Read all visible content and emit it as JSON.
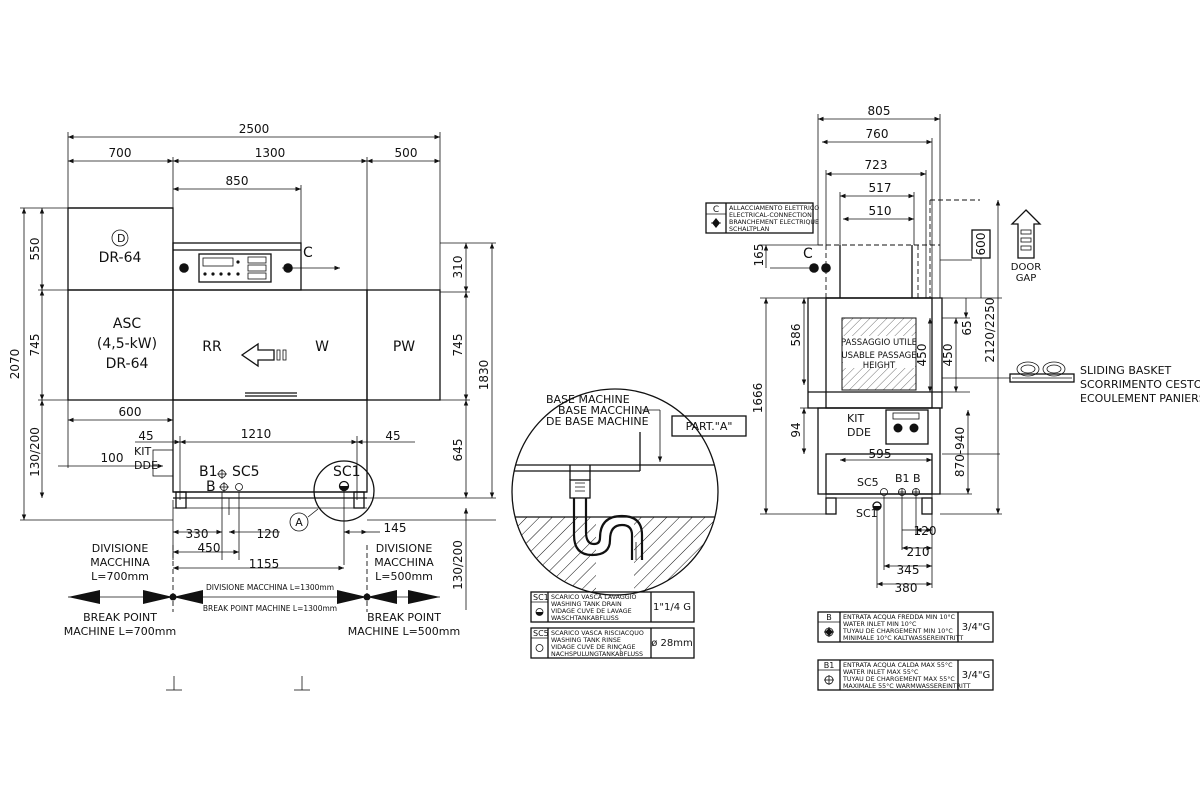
{
  "front": {
    "dims_top": {
      "overall": "2500",
      "left": "700",
      "center": "1300",
      "right": "500",
      "inner": "850"
    },
    "dims_left": {
      "h550": "550",
      "h745": "745",
      "h2070": "2070",
      "h130": "130/200"
    },
    "dims_right": {
      "h310": "310",
      "h745": "745",
      "h645": "645",
      "h1830": "1830",
      "h130": "130/200"
    },
    "dims_inner": {
      "d600": "600",
      "d45l": "45",
      "d1210": "1210",
      "d45r": "45",
      "d100": "100"
    },
    "dims_bottom": {
      "d330": "330",
      "d120": "120",
      "d450": "450",
      "d1155": "1155",
      "d145": "145"
    },
    "modules": {
      "dr64_top": "DR-64",
      "asc_1": "ASC",
      "asc_2": "(4,5-kW)",
      "asc_3": "DR-64",
      "rr": "RR",
      "w": "W",
      "pw": "PW"
    },
    "kit_1": "KIT",
    "kit_2": "DDE",
    "conn": {
      "c": "C",
      "b1": "B1",
      "b": "B",
      "sc5": "SC5",
      "sc1": "SC1",
      "a": "A"
    },
    "div_left": {
      "l1": "DIVISIONE",
      "l2": "MACCHINA",
      "l3": "L=700mm"
    },
    "div_right": {
      "l1": "DIVISIONE",
      "l2": "MACCHINA",
      "l3": "L=500mm"
    },
    "div_center": "DIVISIONE MACCHINA L=1300mm",
    "bp_left": {
      "l1": "BREAK POINT",
      "l2": "MACHINE L=700mm"
    },
    "bp_right": {
      "l1": "BREAK POINT",
      "l2": "MACHINE L=500mm"
    },
    "bp_center": "BREAK POINT MACHINE L=1300mm"
  },
  "detail": {
    "base_1": "BASE MACHINE",
    "base_2": "BASE MACCHINA",
    "base_3": "DE BASE MACHINE",
    "part": "PART.\"A\""
  },
  "side": {
    "dims_top": {
      "d805": "805",
      "d760": "760",
      "d723": "723",
      "d517": "517",
      "d510": "510"
    },
    "dims_left": {
      "d165": "165",
      "d586": "586",
      "d1666": "1666",
      "d94": "94"
    },
    "dims_right": {
      "d600": "600",
      "d65": "65",
      "d450a": "450",
      "d450b": "450",
      "d2120": "2120/2250",
      "d870": "870-940"
    },
    "dims_bottom": {
      "d595": "595",
      "d120": "120",
      "d210": "210",
      "d345": "345",
      "d380": "380"
    },
    "passage": {
      "l1": "PASSAGGIO UTILE",
      "l2": "USABLE PASSAGE",
      "l3": "HEIGHT"
    },
    "kit_1": "KIT",
    "kit_2": "DDE",
    "door_1": "DOOR",
    "door_2": "GAP",
    "sliding": {
      "l1": "SLIDING BASKET",
      "l2": "SCORRIMENTO CESTO",
      "l3": "ECOULEMENT PANIERS"
    },
    "conn": {
      "c": "C",
      "sc5": "SC5",
      "b1": "B1",
      "b": "B",
      "sc1": "SC1"
    }
  },
  "legend_c": {
    "code": "C",
    "lines": [
      "ALLACCIAMENTO ELETTRICO",
      "ELECTRICAL-CONNECTION",
      "BRANCHEMENT ELECTRIQUE",
      "SCHALTPLAN"
    ]
  },
  "legend_sc1": {
    "code": "SC1",
    "lines": [
      "SCARICO VASCA LAVAGGIO",
      "WASHING TANK DRAIN",
      "VIDAGE CUVE DE LAVAGE",
      "WASCHTANKABFLUSS"
    ],
    "size": "1\"1/4 G"
  },
  "legend_sc5": {
    "code": "SC5",
    "lines": [
      "SCARICO VASCA RISCIACQUO",
      "WASHING TANK RINSE",
      "VIDAGE CUVE DE RINÇAGE",
      "NACHSPULUNGTANKABFLUSS"
    ],
    "size": "ø 28mm"
  },
  "legend_b": {
    "code": "B",
    "lines": [
      "ENTRATA ACQUA FREDDA MIN 10°C",
      "WATER INLET MIN 10°C",
      "TUYAU DE CHARGEMENT MIN 10°C",
      "MINIMALE 10°C KALTWASSEREINTRITT"
    ],
    "size": "3/4\"G"
  },
  "legend_b1": {
    "code": "B1",
    "lines": [
      "ENTRATA ACQUA CALDA MAX 55°C",
      "WATER INLET MAX 55°C",
      "TUYAU DE CHARGEMENT MAX 55°C",
      "MAXIMALE 55°C WARMWASSEREINTRITT"
    ],
    "size": "3/4\"G"
  }
}
